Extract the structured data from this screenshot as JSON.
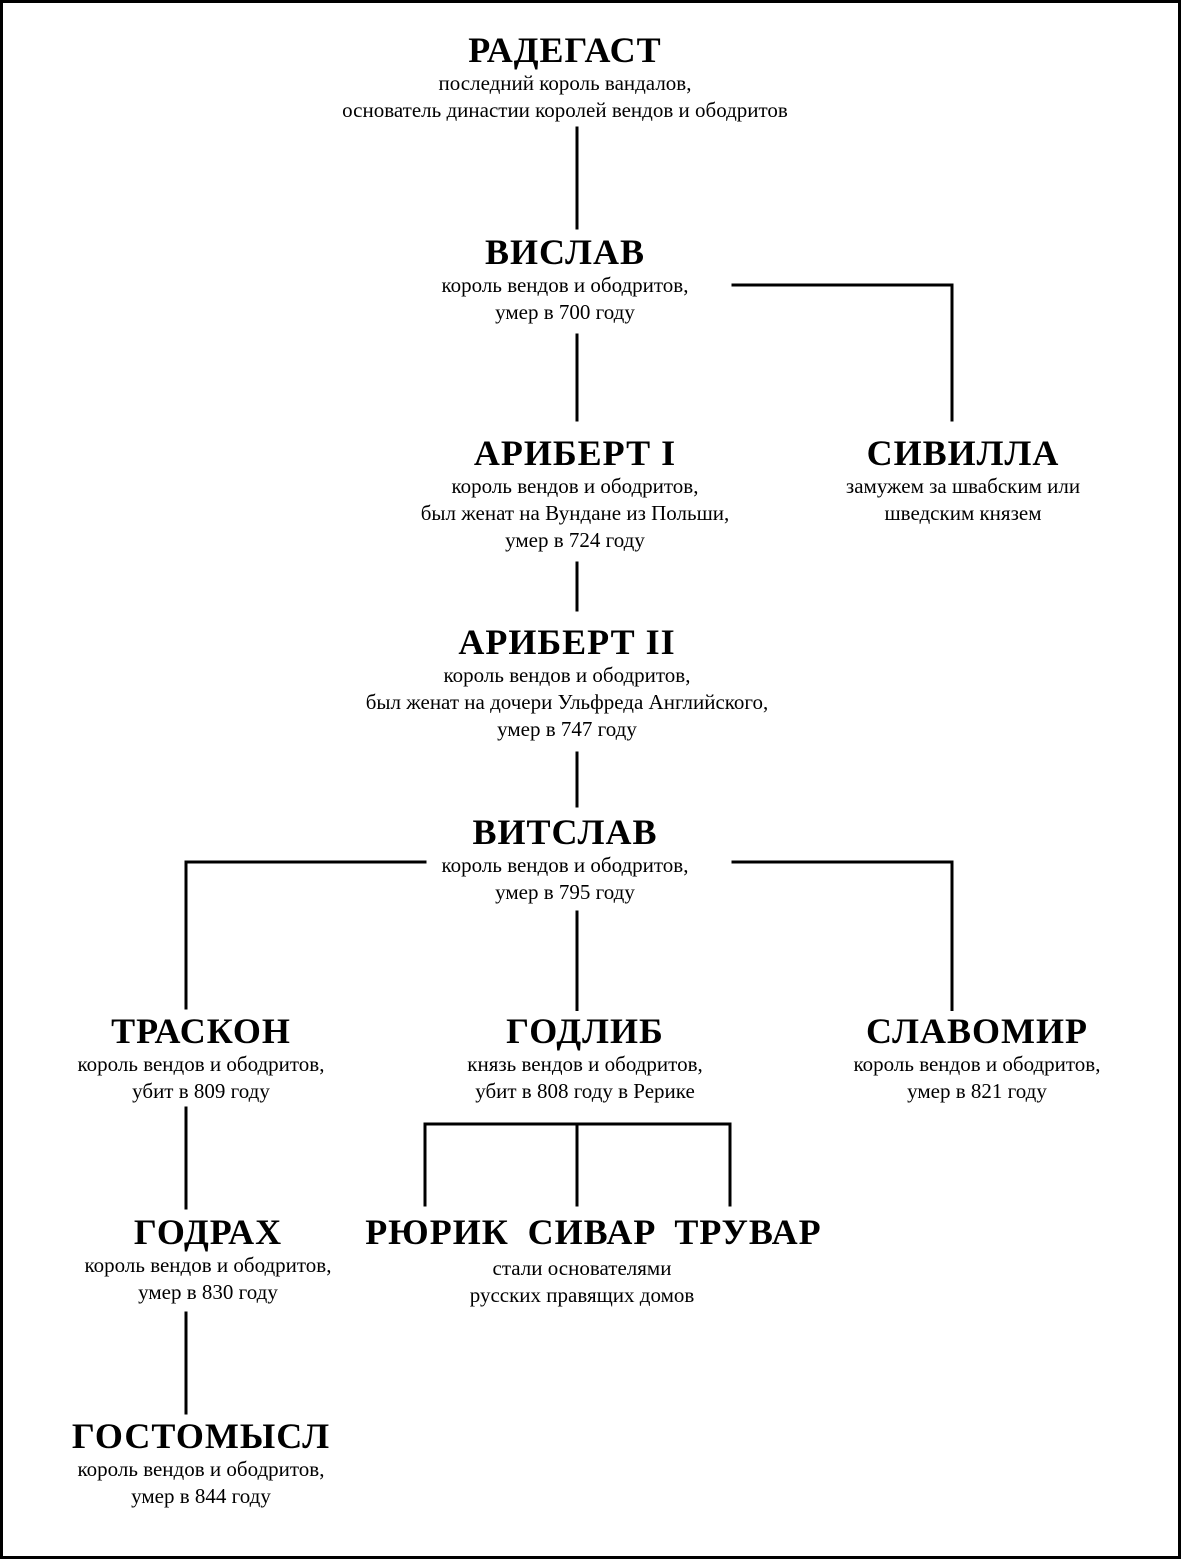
{
  "nodes": {
    "radegast": {
      "name": "РАДЕГАСТ",
      "desc": [
        "последний король вандалов,",
        "основатель династии королей вендов и ободритов"
      ]
    },
    "vislav": {
      "name": "ВИСЛАВ",
      "desc": [
        "король вендов и ободритов,",
        "умер в 700 году"
      ]
    },
    "aribert1": {
      "name": "АРИБЕРТ I",
      "desc": [
        "король вендов и ободритов,",
        "был женат на Вундане из Польши,",
        "умер в 724 году"
      ]
    },
    "sivilla": {
      "name": "СИВИЛЛА",
      "desc": [
        "замужем за швабским или",
        "шведским князем"
      ]
    },
    "aribert2": {
      "name": "АРИБЕРТ II",
      "desc": [
        "король вендов и ободритов,",
        "был женат на дочери Ульфреда Английского,",
        "умер в 747 году"
      ]
    },
    "vitslav": {
      "name": "ВИТСЛАВ",
      "desc": [
        "король вендов и ободритов,",
        "умер в 795 году"
      ]
    },
    "traskon": {
      "name": "ТРАСКОН",
      "desc": [
        "король вендов и ободритов,",
        "убит в 809 году"
      ]
    },
    "godlib": {
      "name": "ГОДЛИБ",
      "desc": [
        "князь вендов и ободритов,",
        "убит в 808 году в Рерике"
      ]
    },
    "slavomir": {
      "name": "СЛАВОМИР",
      "desc": [
        "король вендов и ободритов,",
        "умер в 821 году"
      ]
    },
    "godrakh": {
      "name": "ГОДРАХ",
      "desc": [
        "король вендов и ободритов,",
        "умер в 830 году"
      ]
    },
    "ryurik": {
      "name": "РЮРИК",
      "desc": []
    },
    "sivar": {
      "name": "СИВАР",
      "desc": [
        "стали основателями",
        "русских правящих домов"
      ]
    },
    "truvar": {
      "name": "ТРУВАР",
      "desc": []
    },
    "gostomysl": {
      "name": "ГОСТОМЫСЛ",
      "desc": [
        "король вендов и ободритов,",
        "умер в 844 году"
      ]
    }
  }
}
